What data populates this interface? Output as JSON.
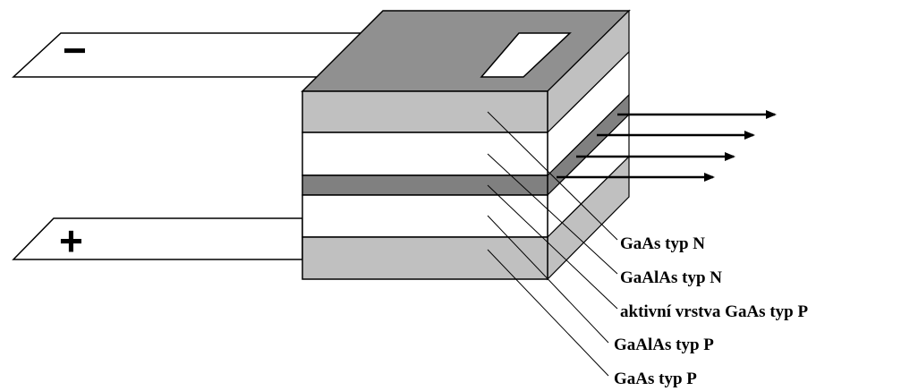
{
  "electrodes": {
    "negative_sign": "−",
    "positive_sign": "+"
  },
  "colors": {
    "layer_gaas": "#c0c0c0",
    "layer_gaalas": "#ffffff",
    "layer_active": "#808080",
    "top_face": "#909090",
    "side_shade": "#a6a6a6",
    "outline": "#000000"
  },
  "labels": [
    "GaAs typ N",
    "GaAlAs typ N",
    "aktivní vrstva GaAs typ P",
    "GaAlAs typ P",
    "GaAs typ P"
  ],
  "emission": {
    "arrow_count": 4
  }
}
